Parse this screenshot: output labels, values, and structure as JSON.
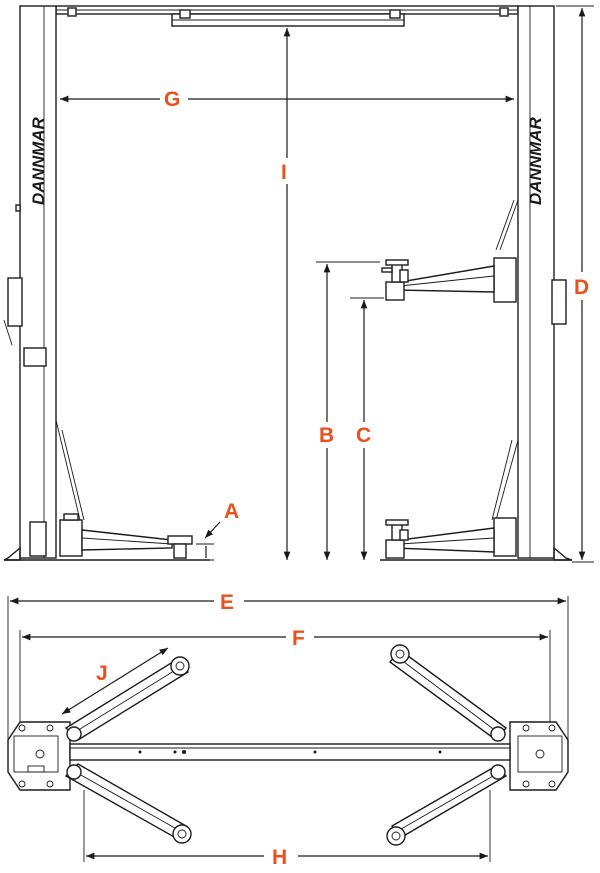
{
  "brand": {
    "name": "DANNMAR"
  },
  "colors": {
    "label": "#e8501e",
    "line": "#1c1c1c"
  },
  "dimensions": {
    "A": "A",
    "B": "B",
    "C": "C",
    "D": "D",
    "E": "E",
    "F": "F",
    "G": "G",
    "H": "H",
    "I": "I",
    "J": "J"
  }
}
